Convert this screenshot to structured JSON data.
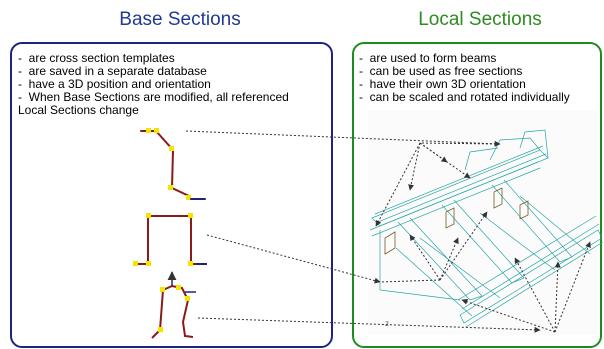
{
  "base": {
    "title": "Base Sections",
    "bullets": [
      "-  are cross section templates",
      "-  are saved in a separate database",
      "-  have a 3D position and orientation",
      "-  When Base Sections are modified, all referenced",
      "Local Sections change"
    ]
  },
  "local": {
    "title": "Local Sections",
    "bullets": [
      "-  are used to form beams",
      "-  can be used as free sections",
      "-  have their own 3D orientation",
      "-  can be scaled and rotated individually"
    ]
  },
  "colors": {
    "base_accent": "#1f3a93",
    "local_accent": "#2e8b22",
    "section_line": "#8b1a1a",
    "node": "#f2e600",
    "beam_wire": "#2aa5a5"
  },
  "icons": [
    "zigzag-section-icon",
    "hat-section-icon",
    "irregular-section-icon",
    "beam-structure-3d"
  ],
  "model_label": "z"
}
